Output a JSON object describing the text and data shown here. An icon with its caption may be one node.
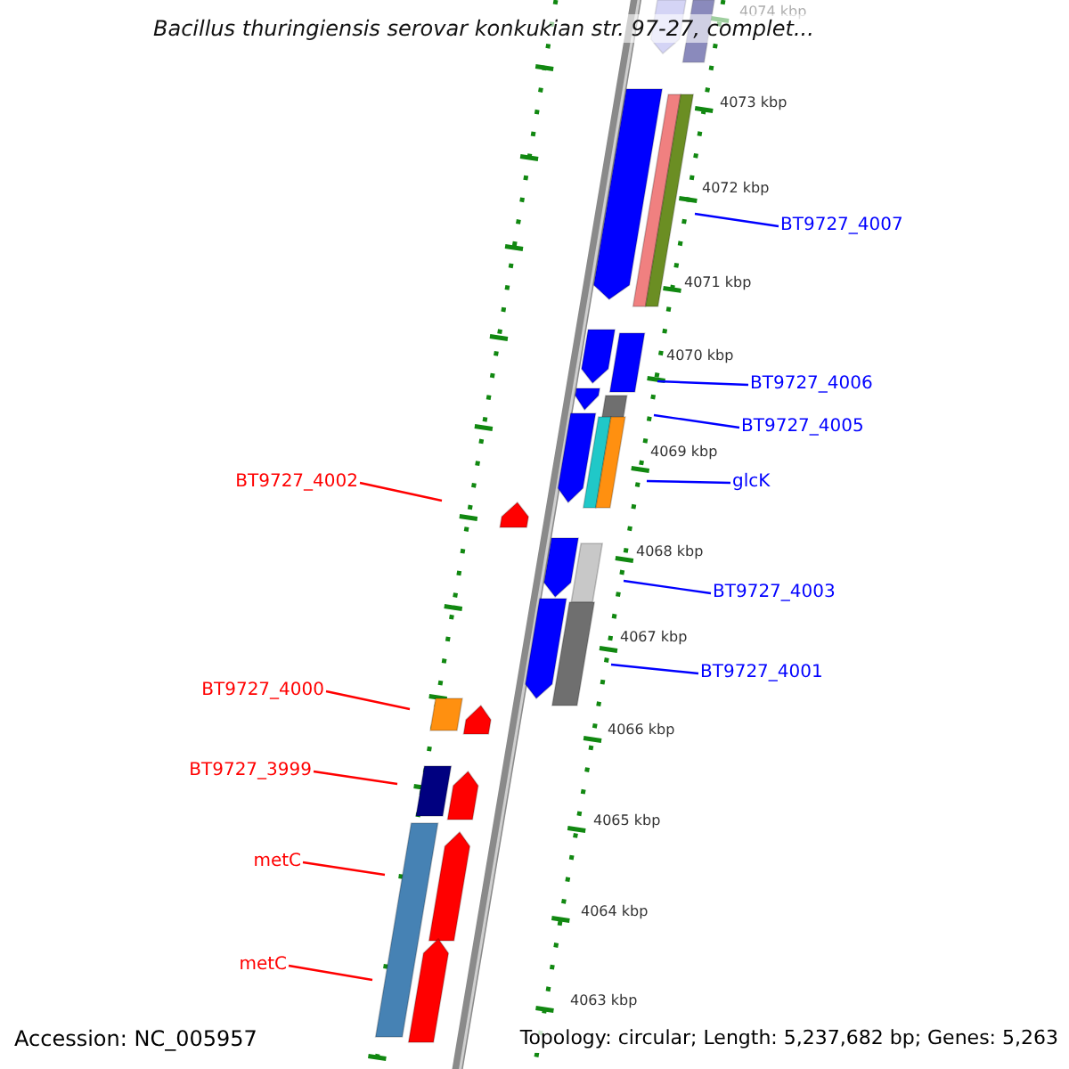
{
  "diagram": {
    "title": "Bacillus thuringiensis serovar konkukian str. 97-27, complet...",
    "nodes": [
      {
        "text": [
          "BT9727_4007"
        ]
      },
      {
        "text": [
          "BT9727_4006"
        ]
      },
      {
        "text": [
          "BT9727_4005"
        ]
      },
      {
        "text": [
          "glcK"
        ]
      },
      {
        "text": [
          "BT9727_4002"
        ]
      },
      {
        "text": [
          "BT9727_4003"
        ]
      },
      {
        "text": [
          "BT9727_4001"
        ]
      },
      {
        "text": [
          "BT9727_4000"
        ]
      },
      {
        "text": [
          "BT9727_3999"
        ]
      },
      {
        "text": [
          "metC"
        ]
      },
      {
        "text": [
          "metC"
        ]
      }
    ],
    "edges": [
      {
        "from": 0,
        "to": null,
        "arrow": "none",
        "color": "#0000ff"
      },
      {
        "from": 1,
        "to": null,
        "arrow": "none",
        "color": "#0000ff"
      },
      {
        "from": 2,
        "to": null,
        "arrow": "none",
        "color": "#0000ff"
      },
      {
        "from": 3,
        "to": null,
        "arrow": "none",
        "color": "#0000ff"
      },
      {
        "from": 4,
        "to": null,
        "arrow": "none",
        "color": "#ff0000"
      },
      {
        "from": 5,
        "to": null,
        "arrow": "none",
        "color": "#0000ff"
      },
      {
        "from": 6,
        "to": null,
        "arrow": "none",
        "color": "#0000ff"
      },
      {
        "from": 7,
        "to": null,
        "arrow": "none",
        "color": "#ff0000"
      },
      {
        "from": 8,
        "to": null,
        "arrow": "none",
        "color": "#ff0000"
      },
      {
        "from": 9,
        "to": null,
        "arrow": "none",
        "color": "#ff0000"
      },
      {
        "from": 10,
        "to": null,
        "arrow": "none",
        "color": "#ff0000"
      }
    ],
    "labels": [
      "4074 kbp",
      "4073 kbp",
      "4072 kbp",
      "4071 kbp",
      "4070 kbp",
      "4069 kbp",
      "4068 kbp",
      "4067 kbp",
      "4066 kbp",
      "4065 kbp",
      "4064 kbp",
      "4063 kbp",
      "Accession: NC_005957",
      "Topology: circular; Length: 5,237,682 bp; Genes: 5,263"
    ]
  }
}
